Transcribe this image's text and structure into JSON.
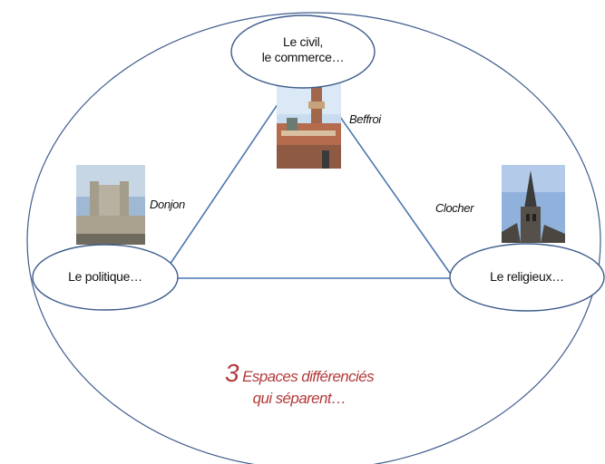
{
  "nodes": {
    "top": {
      "line1": "Le civil,",
      "line2": "le commerce…"
    },
    "left": {
      "label": "Le politique…"
    },
    "right": {
      "label": "Le religieux…"
    }
  },
  "photos": {
    "top": {
      "caption": "Beffroi"
    },
    "left": {
      "caption": "Donjon"
    },
    "right": {
      "caption": "Clocher"
    }
  },
  "caption": {
    "number": "3",
    "line1": " Espaces différenciés",
    "line2": "qui séparent…"
  },
  "colors": {
    "outline": "#3d5b8c",
    "triangle": "#4a76b0",
    "caption": "#b23a3a"
  }
}
